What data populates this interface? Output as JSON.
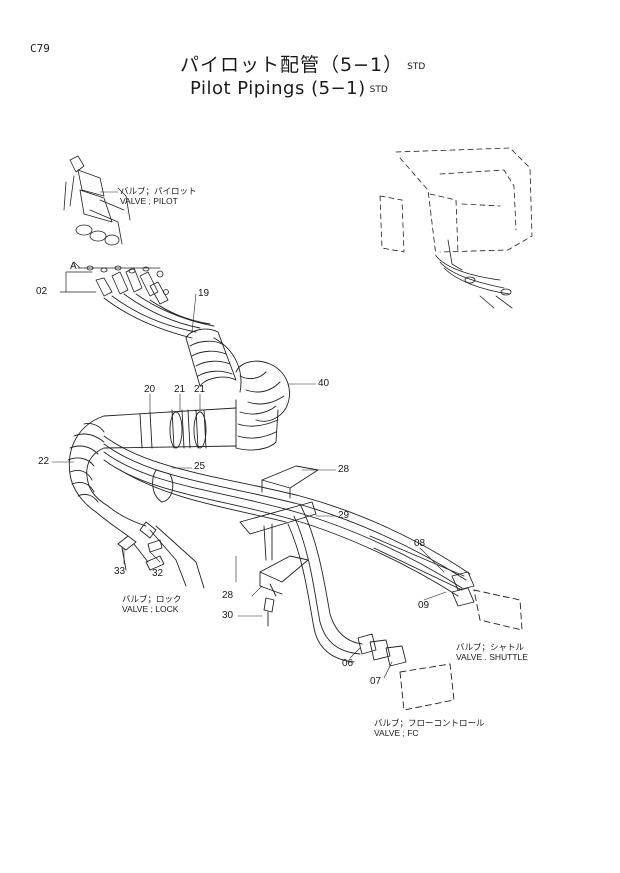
{
  "page_code": "C79",
  "title_jp": "パイロット配管（5−1）",
  "title_en": "Pilot Pipings (5−1)",
  "std_tag": "STD",
  "callouts": {
    "valve_pilot_jp": "バルブ；パイロット",
    "valve_pilot_en": "VALVE ; PILOT",
    "valve_lock_jp": "バルブ；ロック",
    "valve_lock_en": "VALVE ; LOCK",
    "valve_shuttle_jp": "バルブ；シャトル",
    "valve_shuttle_en": "VALVE . SHUTTLE",
    "valve_fc_jp": "バルブ；フローコントロール",
    "valve_fc_en": "VALVE ; FC",
    "view_a": "A"
  },
  "parts": [
    {
      "id": "p02",
      "number": "02"
    },
    {
      "id": "p19",
      "number": "19"
    },
    {
      "id": "p40",
      "number": "40"
    },
    {
      "id": "p20",
      "number": "20"
    },
    {
      "id": "p21a",
      "number": "21"
    },
    {
      "id": "p21b",
      "number": "21"
    },
    {
      "id": "p22",
      "number": "22"
    },
    {
      "id": "p25",
      "number": "25"
    },
    {
      "id": "p28a",
      "number": "28"
    },
    {
      "id": "p29",
      "number": "29"
    },
    {
      "id": "p08",
      "number": "08"
    },
    {
      "id": "p09",
      "number": "09"
    },
    {
      "id": "p33",
      "number": "33"
    },
    {
      "id": "p32",
      "number": "32"
    },
    {
      "id": "p28b",
      "number": "28"
    },
    {
      "id": "p30",
      "number": "30"
    },
    {
      "id": "p06",
      "number": "06"
    },
    {
      "id": "p07",
      "number": "07"
    }
  ]
}
